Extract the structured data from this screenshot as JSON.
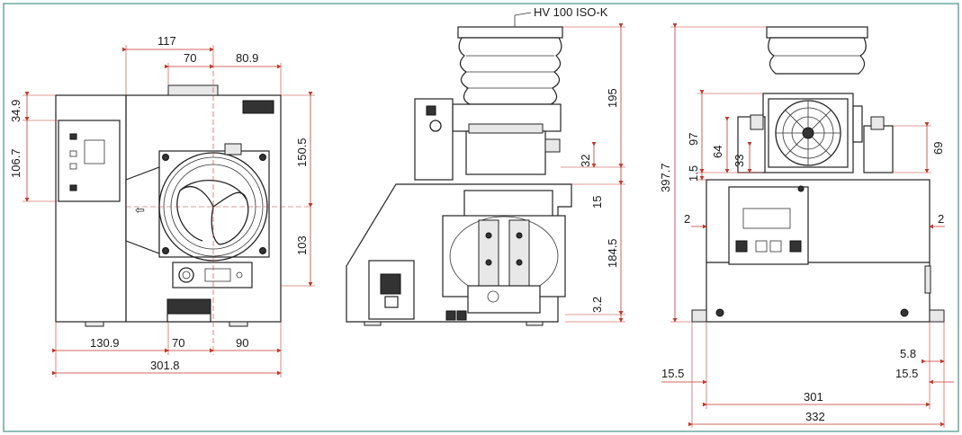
{
  "drawing": {
    "flange_label": "HV 100 ISO-K",
    "front_view": {
      "top_dims": [
        "117",
        "70",
        "80.9"
      ],
      "left_dims": [
        "34.9",
        "106.7"
      ],
      "right_dims": [
        "150.5",
        "103"
      ],
      "bottom_dims": [
        "130.9",
        "70",
        "90",
        "301.8"
      ]
    },
    "side_view": {
      "right_dims": [
        "195",
        "32",
        "15",
        "184.5",
        "3.2"
      ]
    },
    "rear_view": {
      "overall_height": "397.7",
      "left_dims": [
        "97",
        "64",
        "33",
        "1.5"
      ],
      "right_dims": [
        "69"
      ],
      "side_gaps": [
        "2",
        "2"
      ],
      "bottom_dims": [
        "5.8",
        "15.5",
        "15.5",
        "301",
        "332"
      ]
    }
  },
  "colors": {
    "frame": "#6aa7a0",
    "dimension": "#c0392b",
    "outline": "#222222"
  }
}
